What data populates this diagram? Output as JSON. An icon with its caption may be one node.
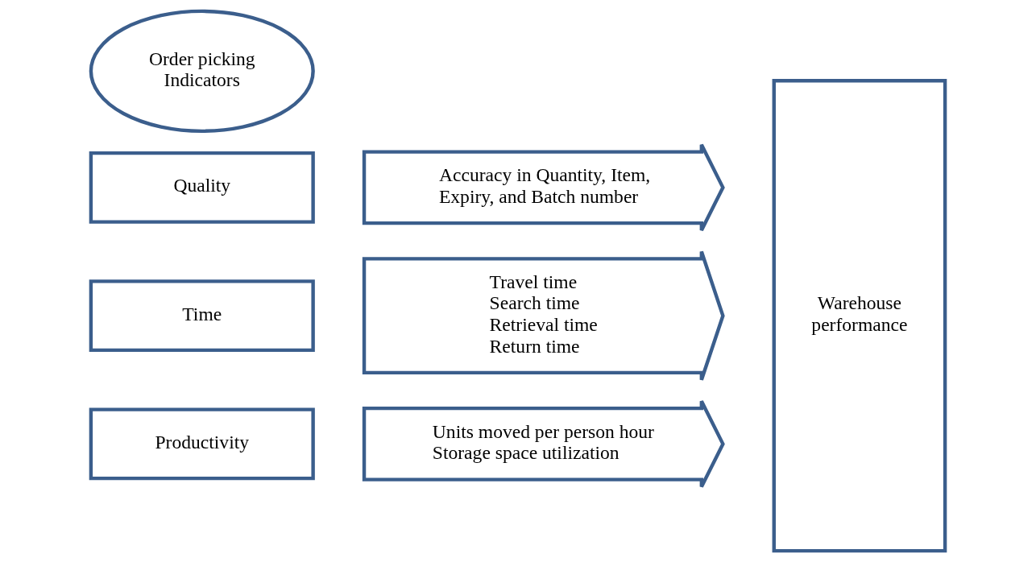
{
  "diagram": {
    "nodes": [
      {
        "text": [
          "Order picking Indicators"
        ]
      },
      {
        "text": [
          "Quality"
        ]
      },
      {
        "text": [
          "Accuracy in Quantity, Item, Expiry, and Batch number"
        ]
      },
      {
        "text": [
          "Time"
        ]
      },
      {
        "text": [
          "Travel time",
          "Search time",
          "Retrieval time",
          "Return time"
        ]
      },
      {
        "text": [
          "Productivity"
        ]
      },
      {
        "text": [
          "Units moved per person hour",
          "Storage space utilization"
        ]
      },
      {
        "text": [
          "Warehouse performance"
        ]
      }
    ]
  }
}
